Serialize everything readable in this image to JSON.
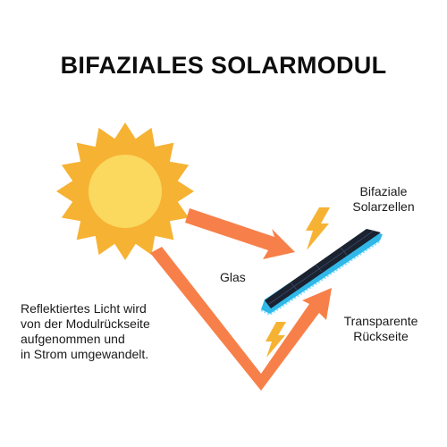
{
  "title": "BIFAZIALES SOLARMODUL",
  "labels": {
    "cells": [
      "Bifaziale",
      "Solarzellen"
    ],
    "glass": "Glas",
    "back": [
      "Transparente",
      "Rückseite"
    ],
    "reflect": [
      "Reflektiertes Licht wird",
      "von der Modulrückseite",
      "aufgenommen und",
      "in Strom umgewandelt."
    ]
  },
  "colors": {
    "sun_outer": "#f6b233",
    "sun_inner": "#fbd85e",
    "arrow": "#f7804a",
    "bolt": "#f6b233",
    "panel": "#1b2230",
    "panel_edge": "#2fb8e8"
  },
  "icons": [
    "sun-icon",
    "lightning-bolt-icon",
    "solar-panel-icon"
  ]
}
